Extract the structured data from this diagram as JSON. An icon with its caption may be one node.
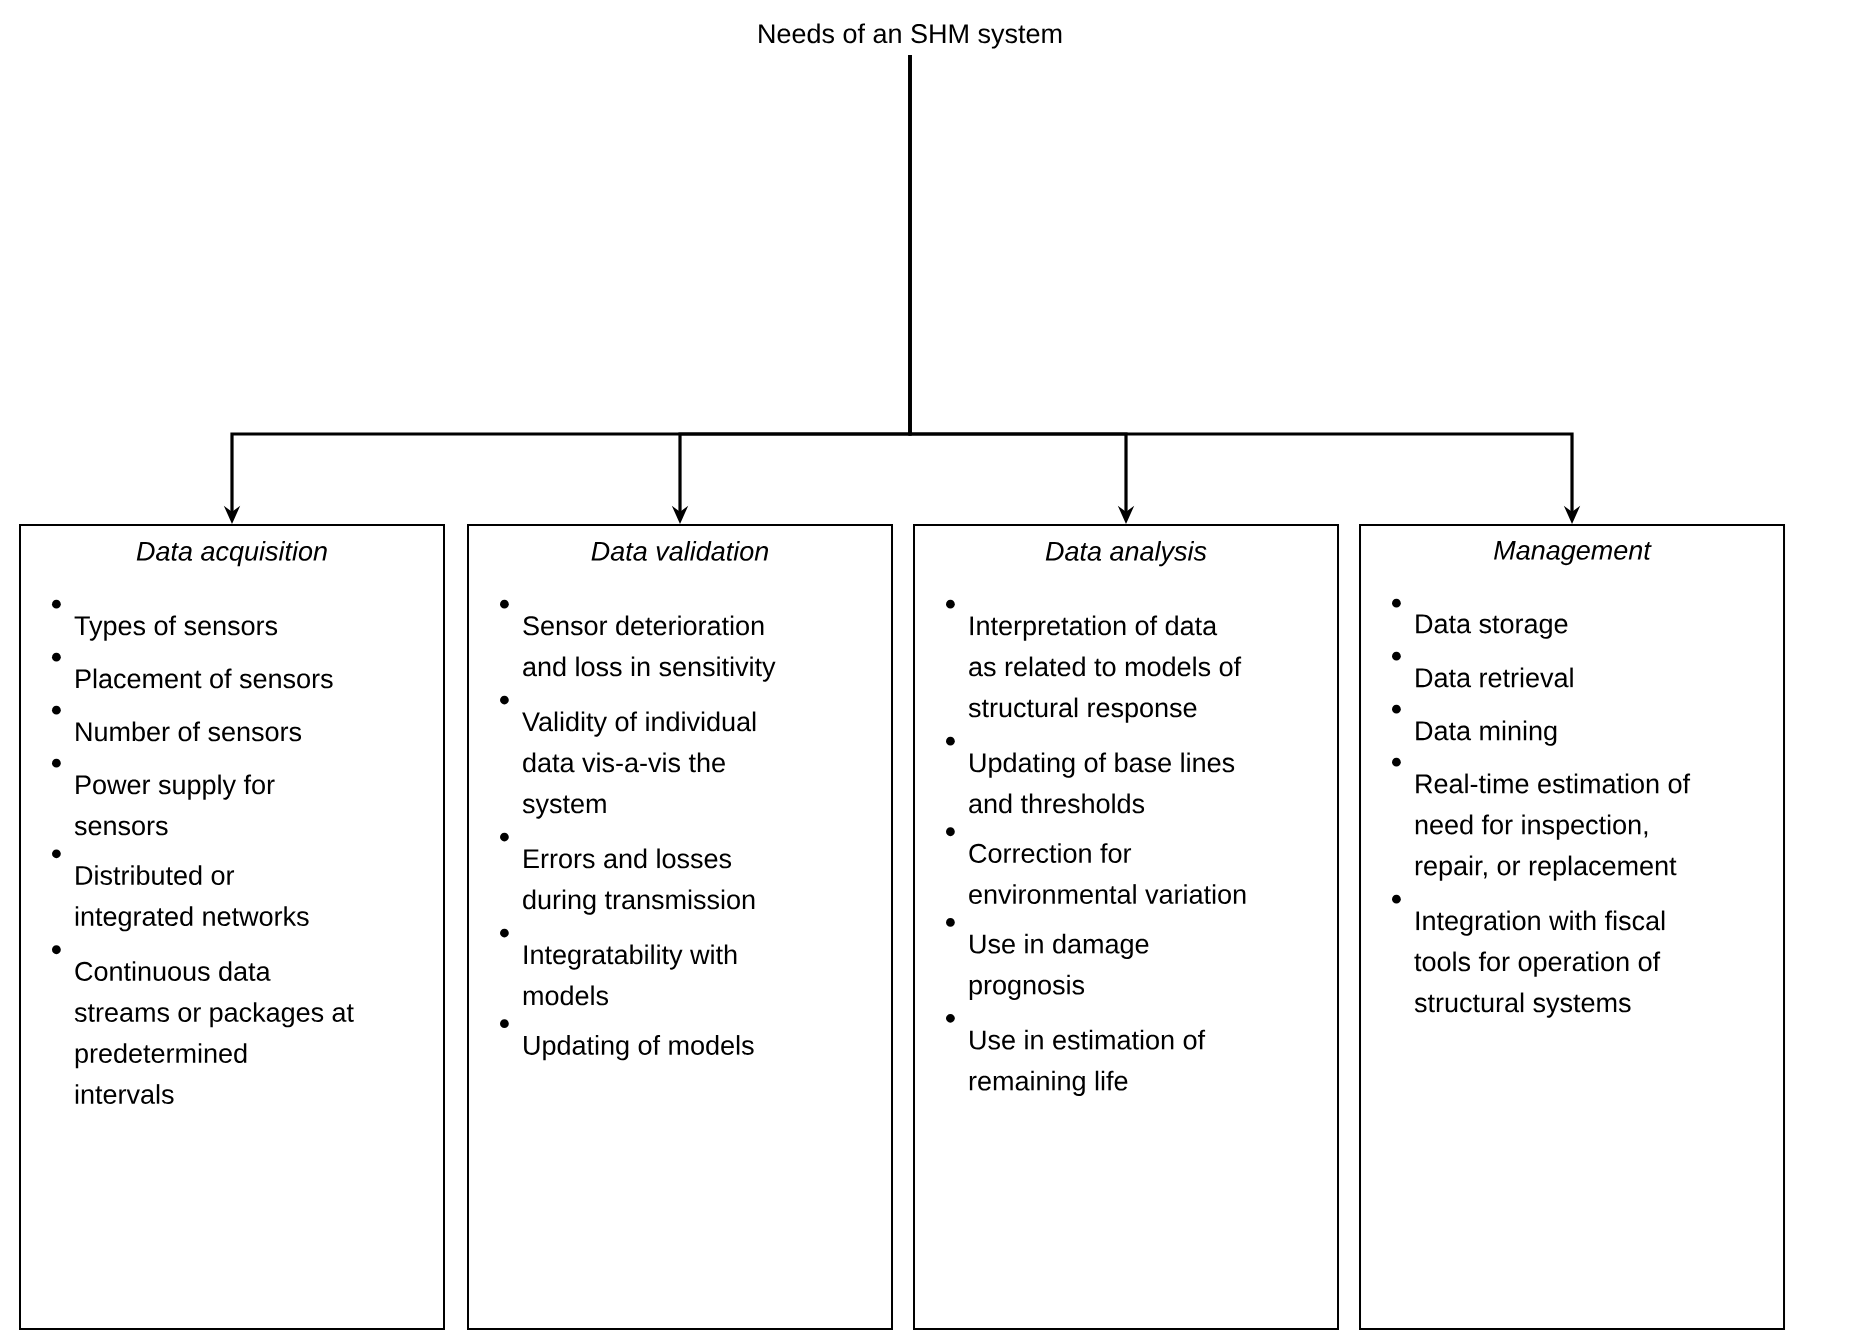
{
  "diagram": {
    "nodes": [
      {
        "text": [
          "Needs of an SHM system"
        ]
      },
      {
        "text": [
          "Data acquisition",
          "Types of sensors",
          "Placement of sensors",
          "Number of sensors",
          "Power supply for sensors",
          "Distributed or integrated networks",
          "Continuous data streams or packages at predetermined intervals"
        ]
      },
      {
        "text": [
          "Data validation",
          "Sensor deterioration and loss in sensitivity",
          "Validity of individual data vis-a-vis the system",
          "Errors and losses during transmission",
          "Integratability with models",
          "Updating of models"
        ]
      },
      {
        "text": [
          "Data analysis",
          "Interpretation of data as related to models of structural response",
          "Updating of base lines and thresholds",
          "Correction for environmental variation",
          "Use in damage prognosis",
          "Use in estimation of remaining life"
        ]
      },
      {
        "text": [
          "Management",
          "Data storage",
          "Data retrieval",
          "Data mining",
          "Real-time estimation of need for inspection, repair, or replacement",
          "Integration with fiscal tools for operation of structural systems"
        ]
      }
    ],
    "edges": [
      {
        "from": 0,
        "to": 1,
        "arrow": "to"
      },
      {
        "from": 0,
        "to": 2,
        "arrow": "to"
      },
      {
        "from": 0,
        "to": 3,
        "arrow": "to"
      },
      {
        "from": 0,
        "to": 4,
        "arrow": "to"
      }
    ]
  }
}
